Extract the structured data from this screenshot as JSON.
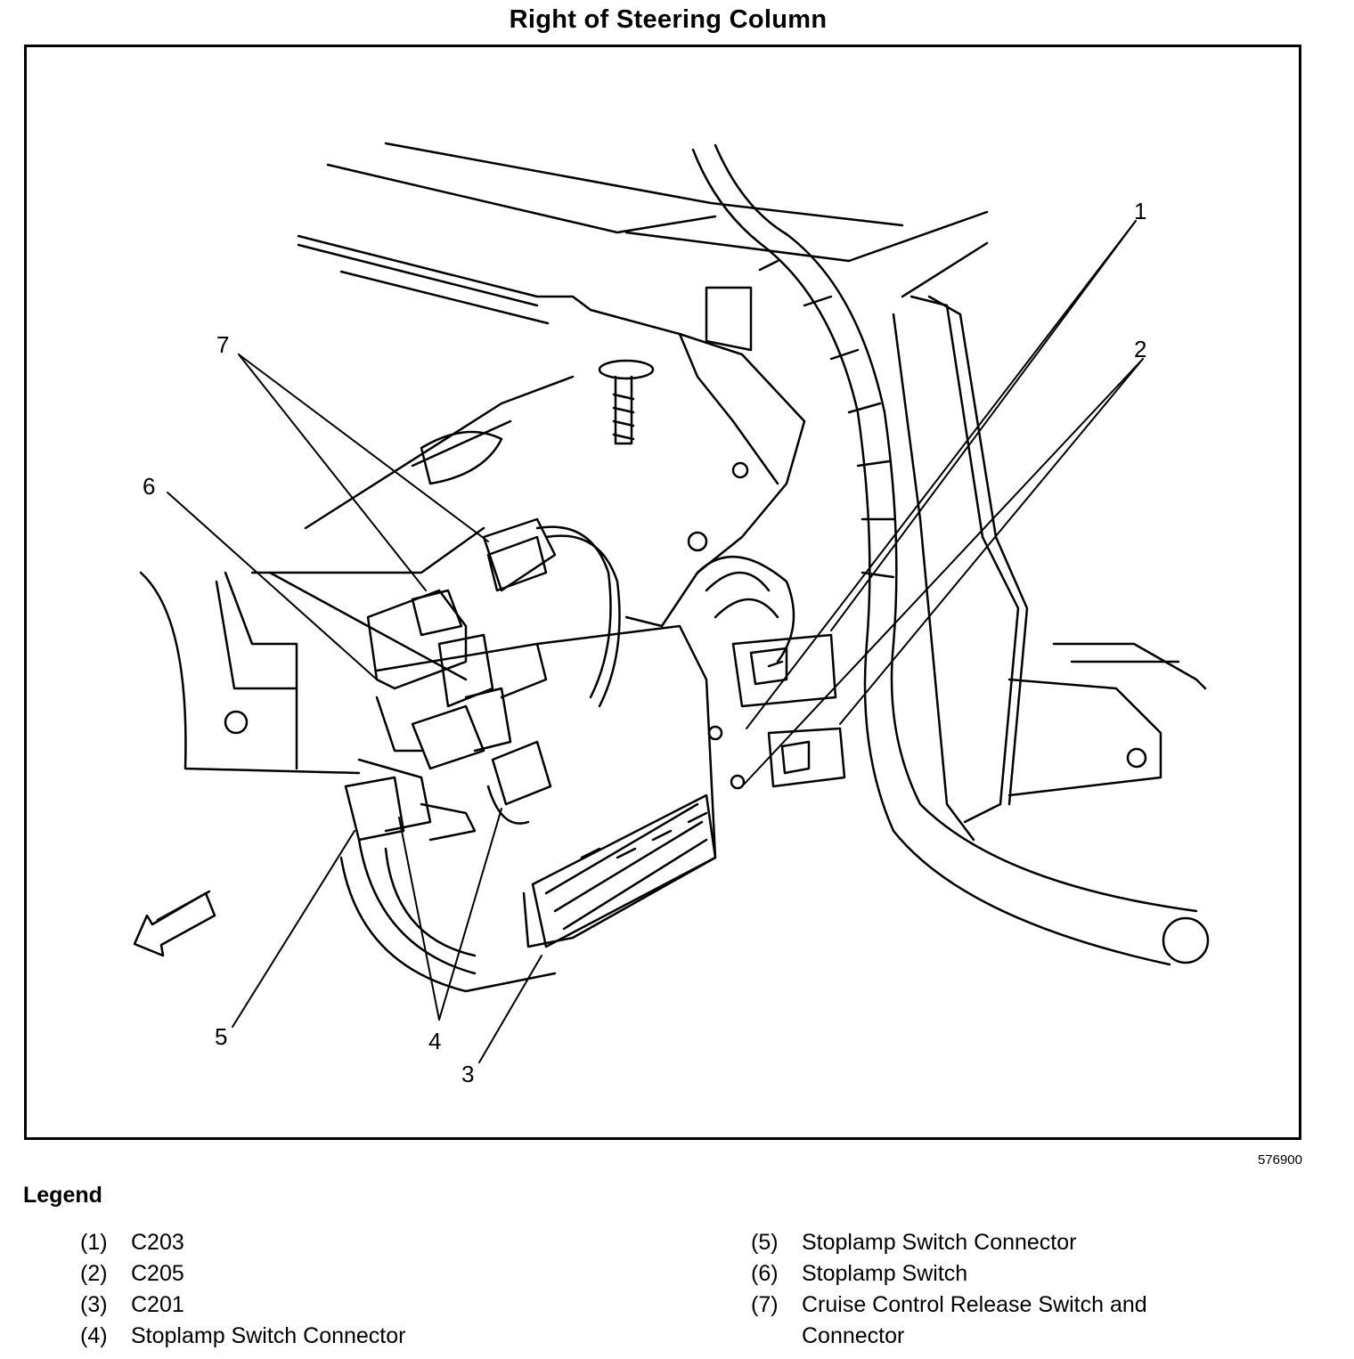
{
  "title": "Right of Steering Column",
  "figure_id": "576900",
  "legend": {
    "heading": "Legend",
    "items": [
      {
        "num": "(1)",
        "text": "C203"
      },
      {
        "num": "(2)",
        "text": "C205"
      },
      {
        "num": "(3)",
        "text": "C201"
      },
      {
        "num": "(4)",
        "text": "Stoplamp Switch Connector"
      },
      {
        "num": "(5)",
        "text": "Stoplamp Switch Connector"
      },
      {
        "num": "(6)",
        "text": "Stoplamp Switch"
      },
      {
        "num": "(7)",
        "text": "Cruise Control Release Switch and Connector"
      }
    ]
  },
  "callouts": [
    "1",
    "2",
    "3",
    "4",
    "5",
    "6",
    "7"
  ],
  "colors": {
    "line": "#000000",
    "background": "#ffffff"
  }
}
